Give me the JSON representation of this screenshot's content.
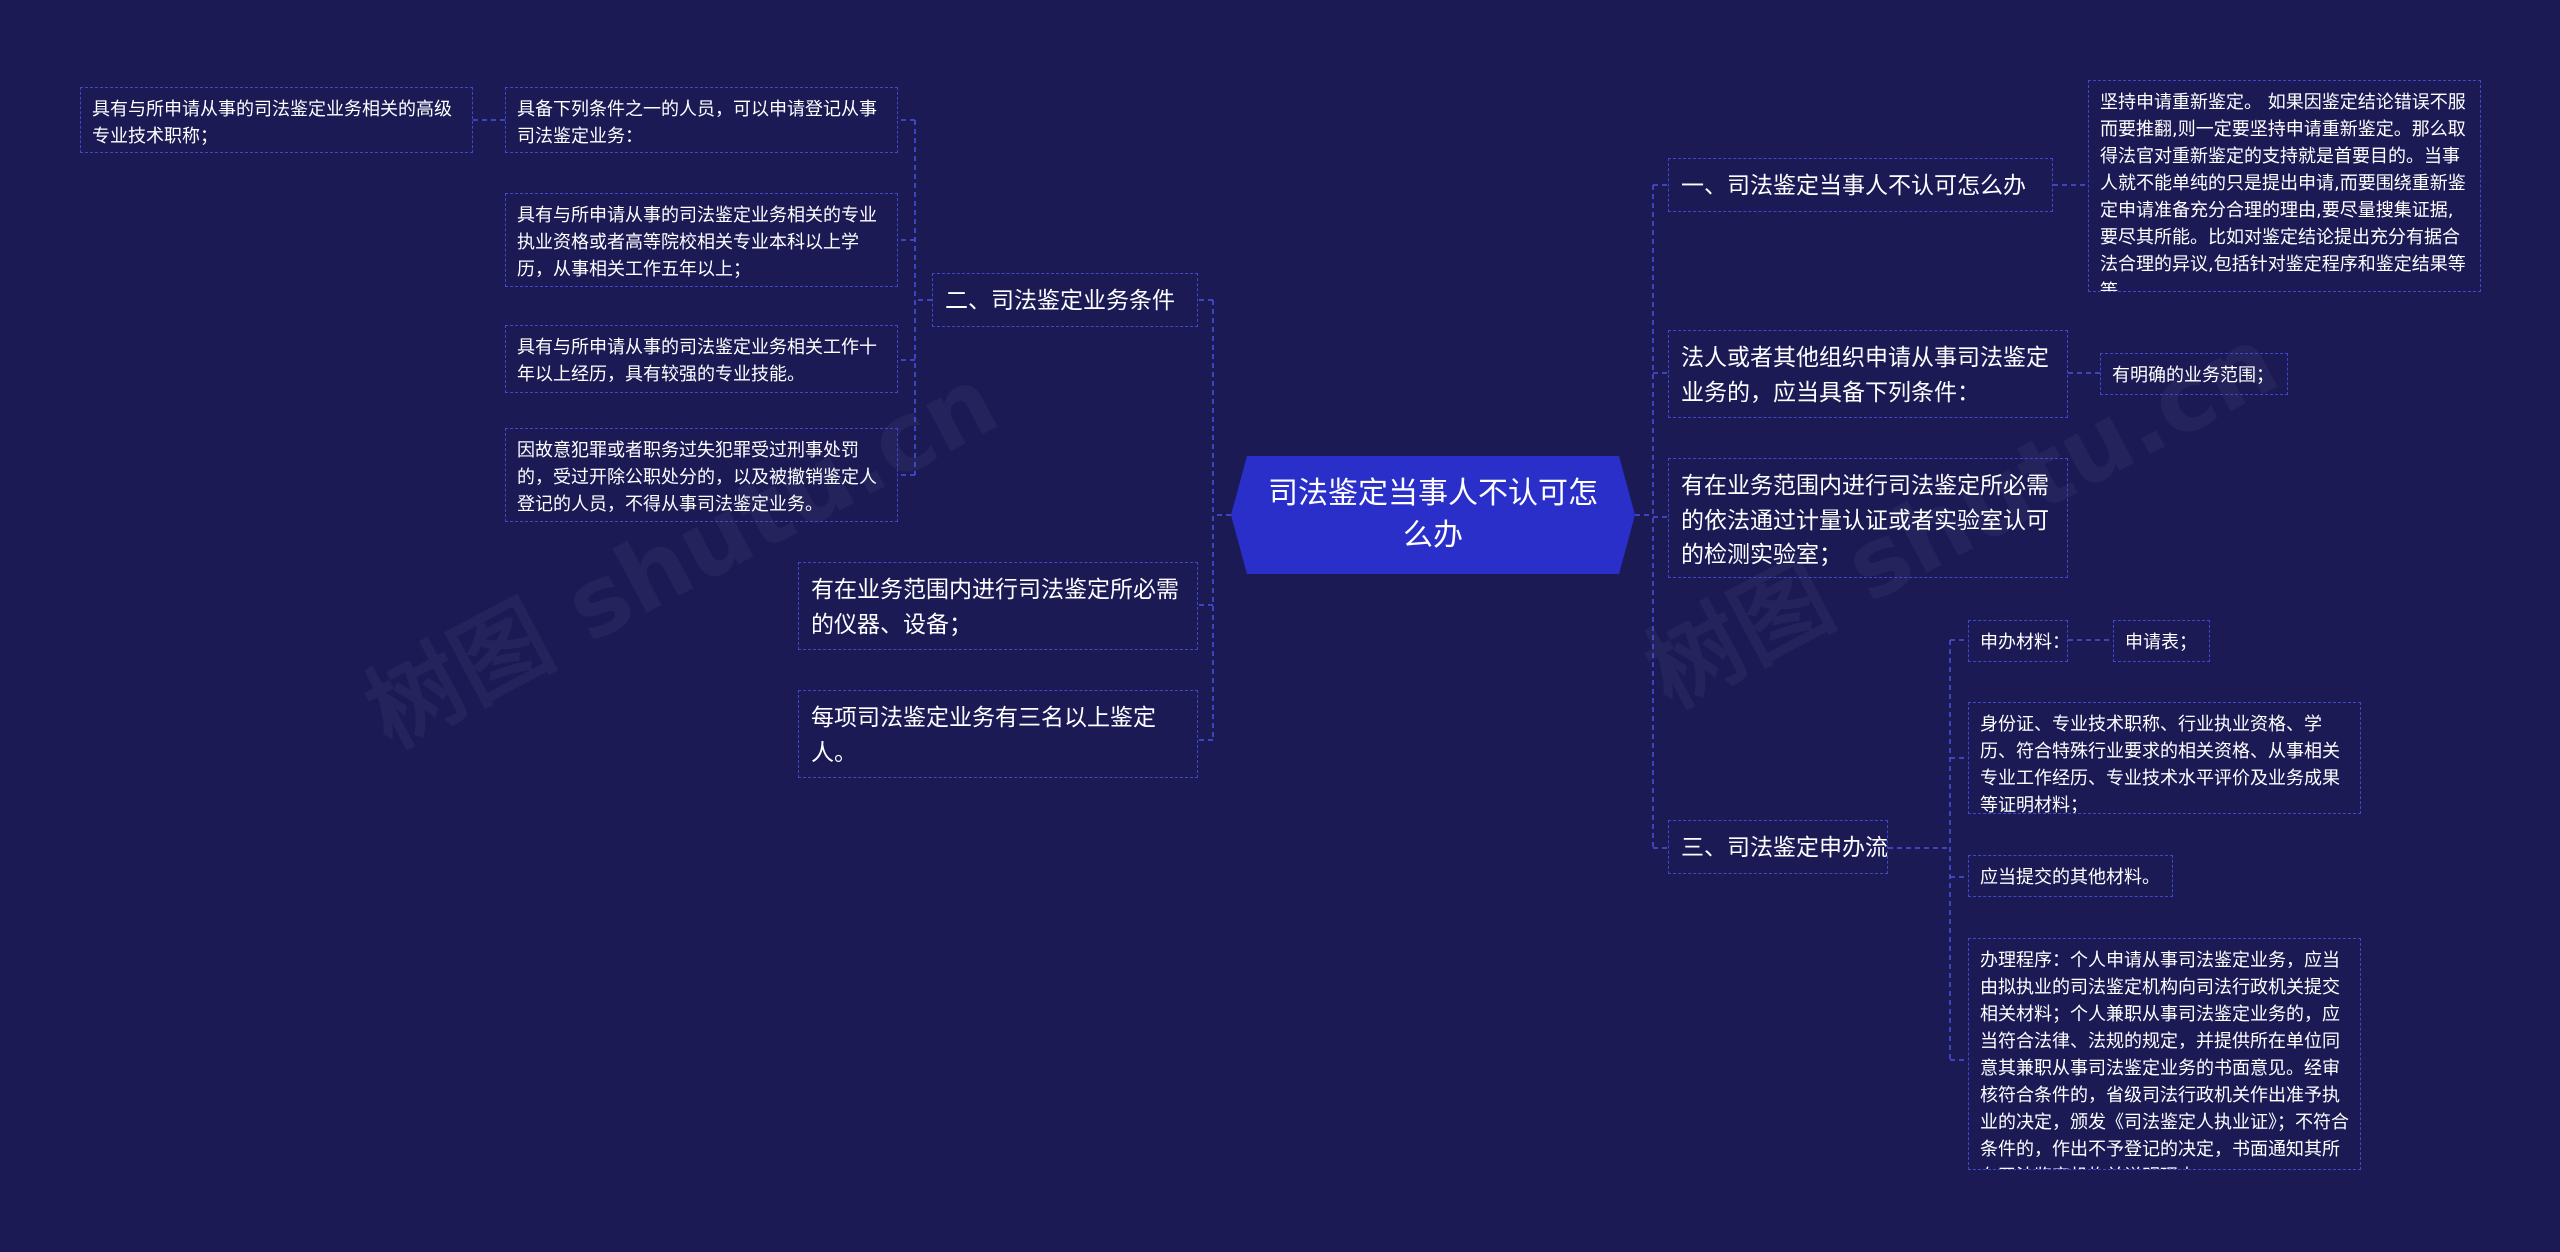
{
  "root": "司法鉴定当事人不认可怎么办",
  "left": {
    "conditions": {
      "label": "二、司法鉴定业务条件",
      "person": {
        "label": "具备下列条件之一的人员，可以申请登记从事司法鉴定业务：",
        "title_req": "具有与所申请从事的司法鉴定业务相关的高级专业技术职称；"
      },
      "qualification": "具有与所申请从事的司法鉴定业务相关的专业执业资格或者高等院校相关专业本科以上学历，从事相关工作五年以上；",
      "experience": "具有与所申请从事的司法鉴定业务相关工作十年以上经历，具有较强的专业技能。",
      "exclusion": "因故意犯罪或者职务过失犯罪受过刑事处罚的，受过开除公职处分的，以及被撤销鉴定人登记的人员，不得从事司法鉴定业务。"
    },
    "instruments": "有在业务范围内进行司法鉴定所必需的仪器、设备；",
    "appraisers": "每项司法鉴定业务有三名以上鉴定人。"
  },
  "right": {
    "q1": {
      "label": "一、司法鉴定当事人不认可怎么办",
      "answer": "坚持申请重新鉴定。 如果因鉴定结论错误不服而要推翻,则一定要坚持申请重新鉴定。那么取得法官对重新鉴定的支持就是首要目的。当事人就不能单纯的只是提出申请,而要围绕重新鉴定申请准备充分合理的理由,要尽量搜集证据,要尽其所能。比如对鉴定结论提出充分有据合法合理的异议,包括针对鉴定程序和鉴定结果等等。"
    },
    "org": {
      "label": "法人或者其他组织申请从事司法鉴定业务的，应当具备下列条件：",
      "scope": "有明确的业务范围；"
    },
    "lab": "有在业务范围内进行司法鉴定所必需的依法通过计量认证或者实验室认可的检测实验室；",
    "process": {
      "label": "三、司法鉴定申办流程",
      "materials_label": "申办材料：",
      "application_form": "申请表；",
      "id_docs": "身份证、专业技术职称、行业执业资格、学历、符合特殊行业要求的相关资格、从事相关专业工作经历、专业技术水平评价及业务成果等证明材料；",
      "other_materials": "应当提交的其他材料。",
      "procedure": "办理程序：个人申请从事司法鉴定业务，应当由拟执业的司法鉴定机构向司法行政机关提交相关材料；个人兼职从事司法鉴定业务的，应当符合法律、法规的规定，并提供所在单位同意其兼职从事司法鉴定业务的书面意见。经审核符合条件的，省级司法行政机关作出准予执业的决定，颁发《司法鉴定人执业证》；不符合条件的，作出不予登记的决定，书面通知其所在司法鉴定机构并说明理由。"
    }
  },
  "colors": {
    "background": "#1b1a55",
    "root_fill": "#2b2fc9",
    "connector": "#4a52e0",
    "node_border": "#3f48c8",
    "text": "#ffffff"
  }
}
